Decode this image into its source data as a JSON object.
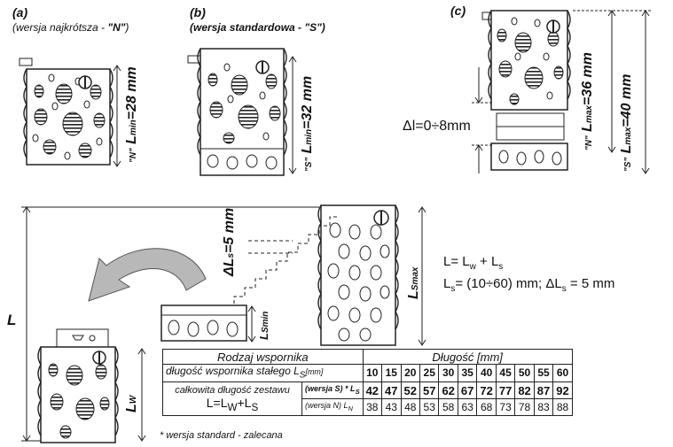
{
  "panels": {
    "a": {
      "letter": "(a)",
      "subtitle_prefix": "(wersja najkrótsza - ",
      "subtitle_version": "\"N\"",
      "subtitle_suffix": ")"
    },
    "b": {
      "letter": "(b)",
      "subtitle_prefix": "(wersja standardowa - ",
      "subtitle_version": "\"S\"",
      "subtitle_suffix": ")"
    },
    "c": {
      "letter": "(c)"
    }
  },
  "dims": {
    "a_lmin": {
      "prefix": "\"N\"",
      "main": "L",
      "sub": "min",
      "value": "=28 mm"
    },
    "b_lmin": {
      "prefix": "\"S\"",
      "main": "L",
      "sub": "min",
      "value": "=32 mm"
    },
    "c_n_max": {
      "prefix": "\"N\"",
      "main": "L",
      "sub": "max",
      "value": "=36 mm"
    },
    "c_s_max": {
      "prefix": "\"S\"",
      "main": "L",
      "sub": "max",
      "value": "=40 mm"
    },
    "delta_l": "Δl=0÷8mm",
    "delta_ls": {
      "main": "ΔL",
      "sub": "s",
      "value": "=5 mm"
    },
    "ls_max": {
      "main": "L",
      "sub": "Smax"
    },
    "ls_min": {
      "main": "L",
      "sub": "Smin"
    },
    "l_total": "L",
    "lw": {
      "main": "L",
      "sub": "W"
    }
  },
  "formulas": {
    "line1": {
      "a": "L= L",
      "a_sub": "w",
      "b": " + L",
      "b_sub": "s"
    },
    "line2": {
      "a": "L",
      "a_sub": "s",
      "b": "= (10÷60) mm; ΔL",
      "b_sub": "s",
      "c": " = 5 mm"
    }
  },
  "table": {
    "header_left": "Rodzaj wspornika",
    "header_right": "Długość [mm]",
    "row1_label_prefix": "długość wspornika stałego L",
    "row1_label_sub": "S",
    "row1_label_unit": "[mm]",
    "row2_label_1": "całkowita długość zestawu",
    "row2_label_2": "L=L",
    "row2_label_2_sub_w": "W",
    "row2_label_2_mid": "+L",
    "row2_label_2_sub_s": "S",
    "version_s": "(wersja S)",
    "version_s_sym": "* L",
    "version_s_sub": "S",
    "version_n": "(wersja N)",
    "version_n_sym": "L",
    "version_n_sub": "N",
    "ls_values": [
      "10",
      "15",
      "20",
      "25",
      "30",
      "35",
      "40",
      "45",
      "50",
      "55",
      "60"
    ],
    "s_values": [
      "42",
      "47",
      "52",
      "57",
      "62",
      "67",
      "72",
      "77",
      "82",
      "87",
      "92"
    ],
    "n_values": [
      "38",
      "43",
      "48",
      "53",
      "58",
      "63",
      "68",
      "73",
      "78",
      "83",
      "88"
    ]
  },
  "footnote": "* wersja standard - zalecana"
}
